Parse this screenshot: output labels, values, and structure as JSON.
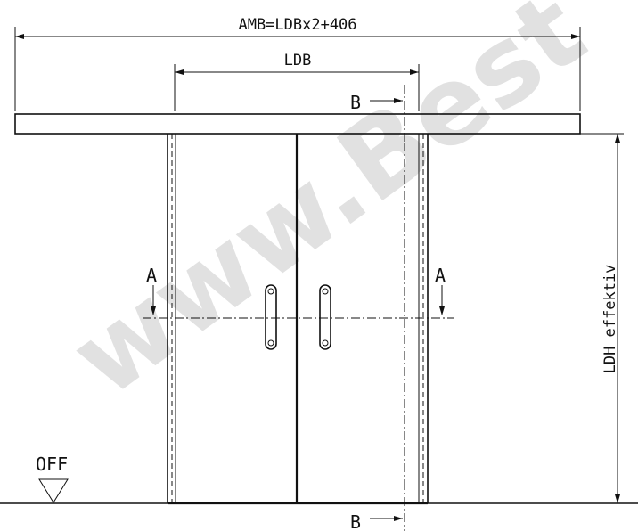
{
  "watermark": "www.Best",
  "dims": {
    "overall_width": "AMB=LDBx2+406",
    "door_width": "LDB",
    "door_height": "LDH effektiv"
  },
  "sections": {
    "b_top": "B",
    "b_bottom": "B",
    "a_left": "A",
    "a_right": "A"
  },
  "floor": {
    "label": "OFF"
  }
}
